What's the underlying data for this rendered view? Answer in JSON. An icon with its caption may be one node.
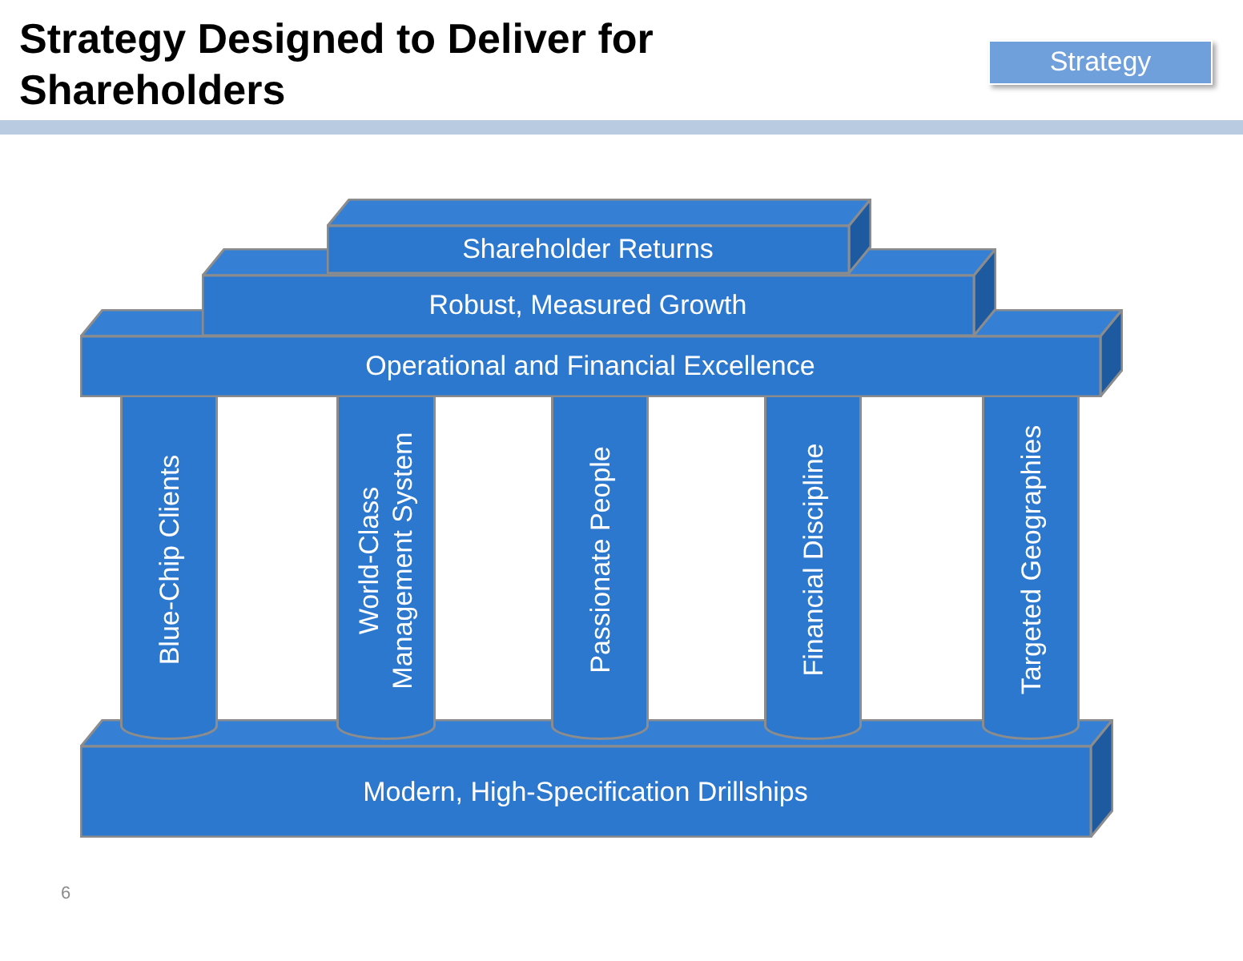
{
  "diagram": {
    "title": "Strategy Designed to Deliver for Shareholders",
    "nodes": [
      {
        "text": [
          "Strategy"
        ]
      },
      {
        "text": [
          "Shareholder Returns"
        ]
      },
      {
        "text": [
          "Robust, Measured Growth"
        ]
      },
      {
        "text": [
          "Operational and Financial Excellence"
        ]
      },
      {
        "text": [
          "Blue-Chip Clients"
        ]
      },
      {
        "text": [
          "World-Class Management System"
        ]
      },
      {
        "text": [
          "Passionate People"
        ]
      },
      {
        "text": [
          "Financial Discipline"
        ]
      },
      {
        "text": [
          "Targeted Geographies"
        ]
      },
      {
        "text": [
          "Modern, High-Specification Drillships"
        ]
      }
    ],
    "labels": [
      "6"
    ]
  }
}
